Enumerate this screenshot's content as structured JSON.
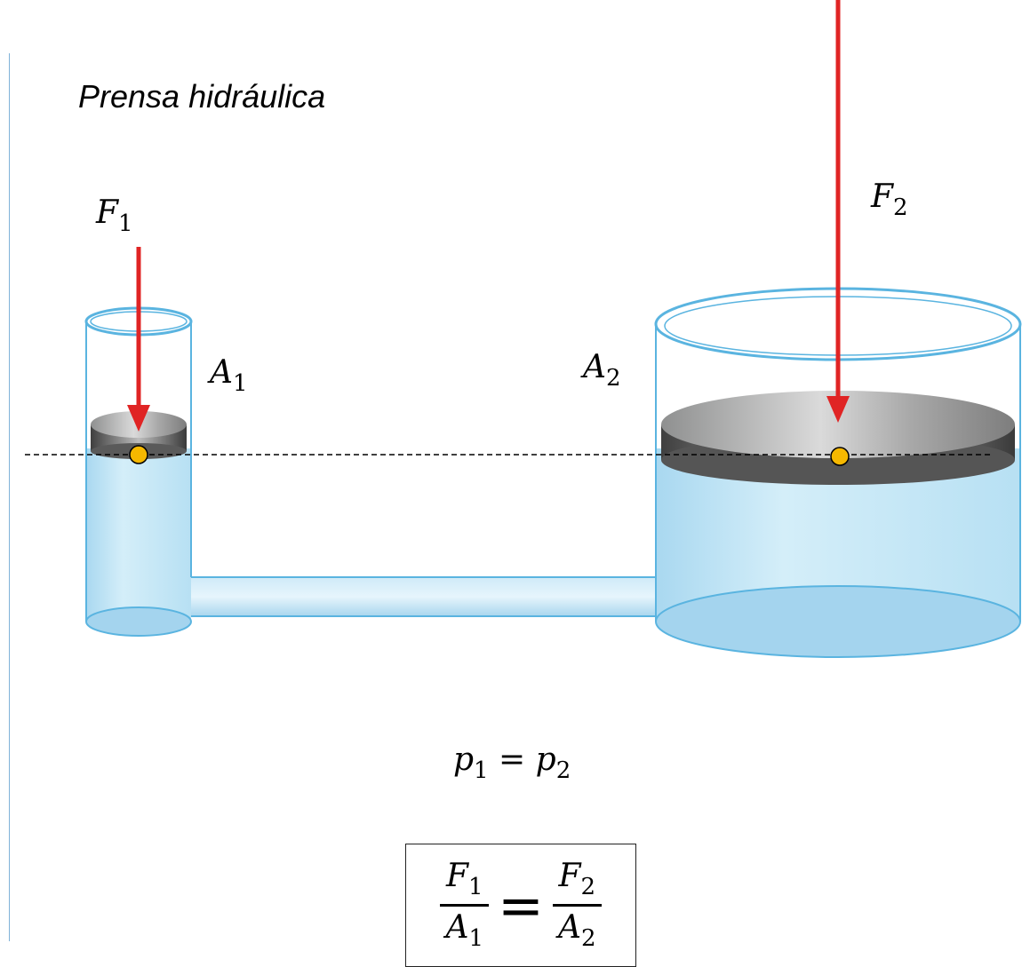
{
  "title": "Prensa hidráulica",
  "labels": {
    "force_left": {
      "sym": "F",
      "sub": "1"
    },
    "force_right": {
      "sym": "F",
      "sub": "2"
    },
    "area_left": {
      "sym": "A",
      "sub": "1"
    },
    "area_right": {
      "sym": "A",
      "sub": "2"
    }
  },
  "equality": {
    "left": {
      "sym": "p",
      "sub": "1"
    },
    "op": "=",
    "right": {
      "sym": "p",
      "sub": "2"
    }
  },
  "formula": {
    "lhs_num": {
      "sym": "F",
      "sub": "1"
    },
    "lhs_den": {
      "sym": "A",
      "sub": "1"
    },
    "op": "=",
    "rhs_num": {
      "sym": "F",
      "sub": "2"
    },
    "rhs_den": {
      "sym": "A",
      "sub": "2"
    }
  },
  "colors": {
    "arrow": "#e02424",
    "point": "#f6b800",
    "fluid": "#c9e8f7",
    "container_outline": "#5ab4e0",
    "piston": "#8a8a8a"
  }
}
